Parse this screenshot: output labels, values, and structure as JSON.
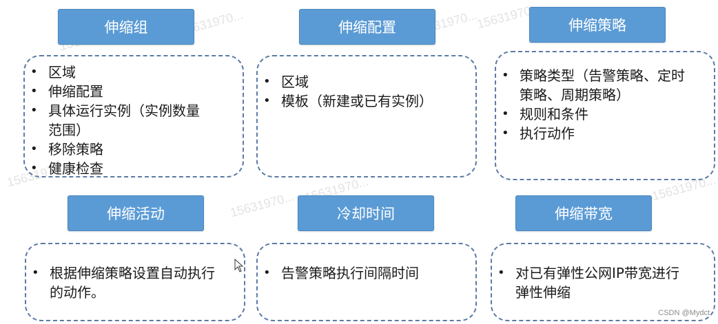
{
  "watermark_text": "15631970...",
  "credit": "CSDN @Mydct",
  "panels": [
    {
      "title": "伸缩组",
      "items": [
        "区域",
        "伸缩配置",
        "具体运行实例（实例数量范围）",
        "移除策略",
        "健康检查"
      ]
    },
    {
      "title": "伸缩配置",
      "items": [
        "区域",
        "模板（新建或已有实例）"
      ]
    },
    {
      "title": "伸缩策略",
      "items": [
        "策略类型（告警策略、定时策略、周期策略）",
        "规则和条件",
        "执行动作"
      ]
    },
    {
      "title": "伸缩活动",
      "items": [
        "根据伸缩策略设置自动执行的动作。"
      ]
    },
    {
      "title": "冷却时间",
      "items": [
        "告警策略执行间隔时间"
      ]
    },
    {
      "title": "伸缩带宽",
      "items": [
        "对已有弹性公网IP带宽进行弹性伸缩"
      ]
    }
  ],
  "colors": {
    "title_fill": "#5b9bd5",
    "border": "#5b7aa6"
  }
}
